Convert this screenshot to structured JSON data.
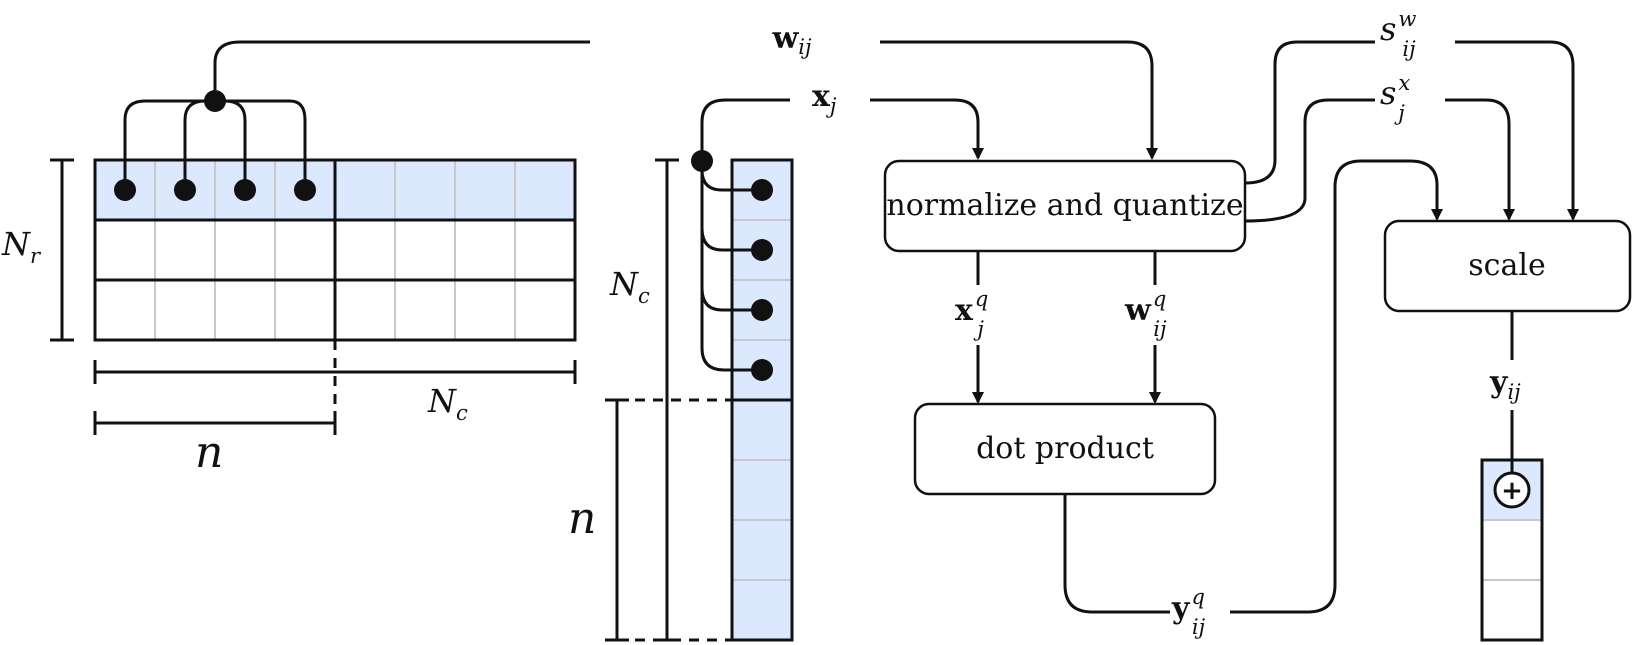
{
  "colors": {
    "highlight": "#dce8fd",
    "stroke": "#111111",
    "grid": "#c8c8c8"
  },
  "boxes": {
    "normalize": "normalize and quantize",
    "dot": "dot product",
    "scale": "scale"
  },
  "labels": {
    "w": "w",
    "w_sub": "ij",
    "x": "x",
    "x_sub": "j",
    "xq": "x",
    "xq_sup": "q",
    "xq_sub": "j",
    "wq": "w",
    "wq_sup": "q",
    "wq_sub": "ij",
    "yq": "y",
    "yq_sup": "q",
    "yq_sub": "ij",
    "y": "y",
    "y_sub": "ij",
    "sw": "s",
    "sw_sup": "w",
    "sw_sub": "ij",
    "sx": "s",
    "sx_sup": "x",
    "sx_sub": "j",
    "Nr": "N",
    "Nr_sub": "r",
    "Nc_matrix": "N",
    "Nc_matrix_sub": "c",
    "Nc_vector": "N",
    "Nc_vector_sub": "c",
    "n_matrix": "n",
    "n_vector": "n",
    "plus": "+"
  }
}
